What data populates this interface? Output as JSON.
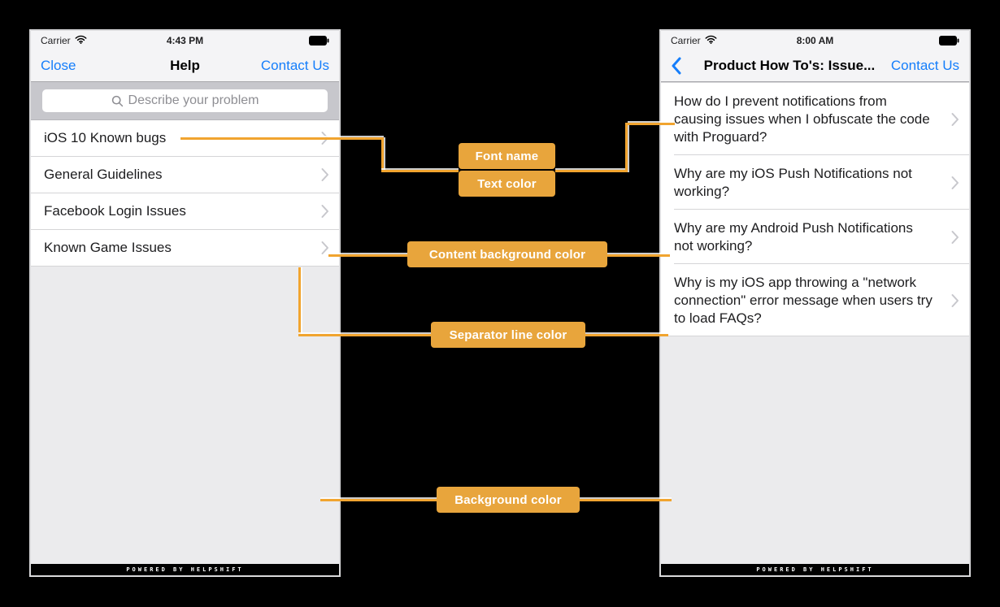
{
  "colors": {
    "canvas_bg": "#000000",
    "phone_border": "#D9D9DB",
    "status_nav_bg": "#F4F4F6",
    "nav_hairline": "#A8A8AC",
    "search_strip_bg": "#C7C7CC",
    "search_field_bg": "#FFFFFF",
    "placeholder": "#8E8E93",
    "row_bg": "#FFFFFF",
    "screen_bg": "#EBEBED",
    "separator": "#D5D5D7",
    "text_primary": "#1D1D1F",
    "chevron": "#C7C7CC",
    "ios_blue": "#157EFB",
    "accent_orange": "#E8A53C",
    "line_orange": "#F1A42F",
    "badge_text": "#FFFFFF",
    "footer_bg": "#000000",
    "footer_text": "#FFFFFF"
  },
  "left_phone": {
    "status": {
      "carrier": "Carrier",
      "time": "4:43 PM"
    },
    "nav": {
      "close": "Close",
      "title": "Help",
      "contact": "Contact Us"
    },
    "search_placeholder": "Describe your problem",
    "items": [
      "iOS 10 Known bugs",
      "General Guidelines",
      "Facebook Login Issues",
      "Known Game Issues"
    ],
    "footer": "POWERED BY HELPSHIFT"
  },
  "right_phone": {
    "status": {
      "carrier": "Carrier",
      "time": "8:00 AM"
    },
    "nav": {
      "title": "Product How To's: Issue...",
      "contact": "Contact Us"
    },
    "items": [
      "How do I prevent notifications from causing issues when I obfuscate the code with Proguard?",
      "Why are my iOS Push Notifications not working?",
      "Why are my Android Push Notifications not working?",
      "Why is my iOS app throwing a \"network connection\" error message when users try to load FAQs?"
    ],
    "footer": "POWERED BY HELPSHIFT"
  },
  "annotations": {
    "font_name": "Font name",
    "text_color": "Text color",
    "content_background": "Content background color",
    "separator_line": "Separator line color",
    "background": "Background color"
  }
}
